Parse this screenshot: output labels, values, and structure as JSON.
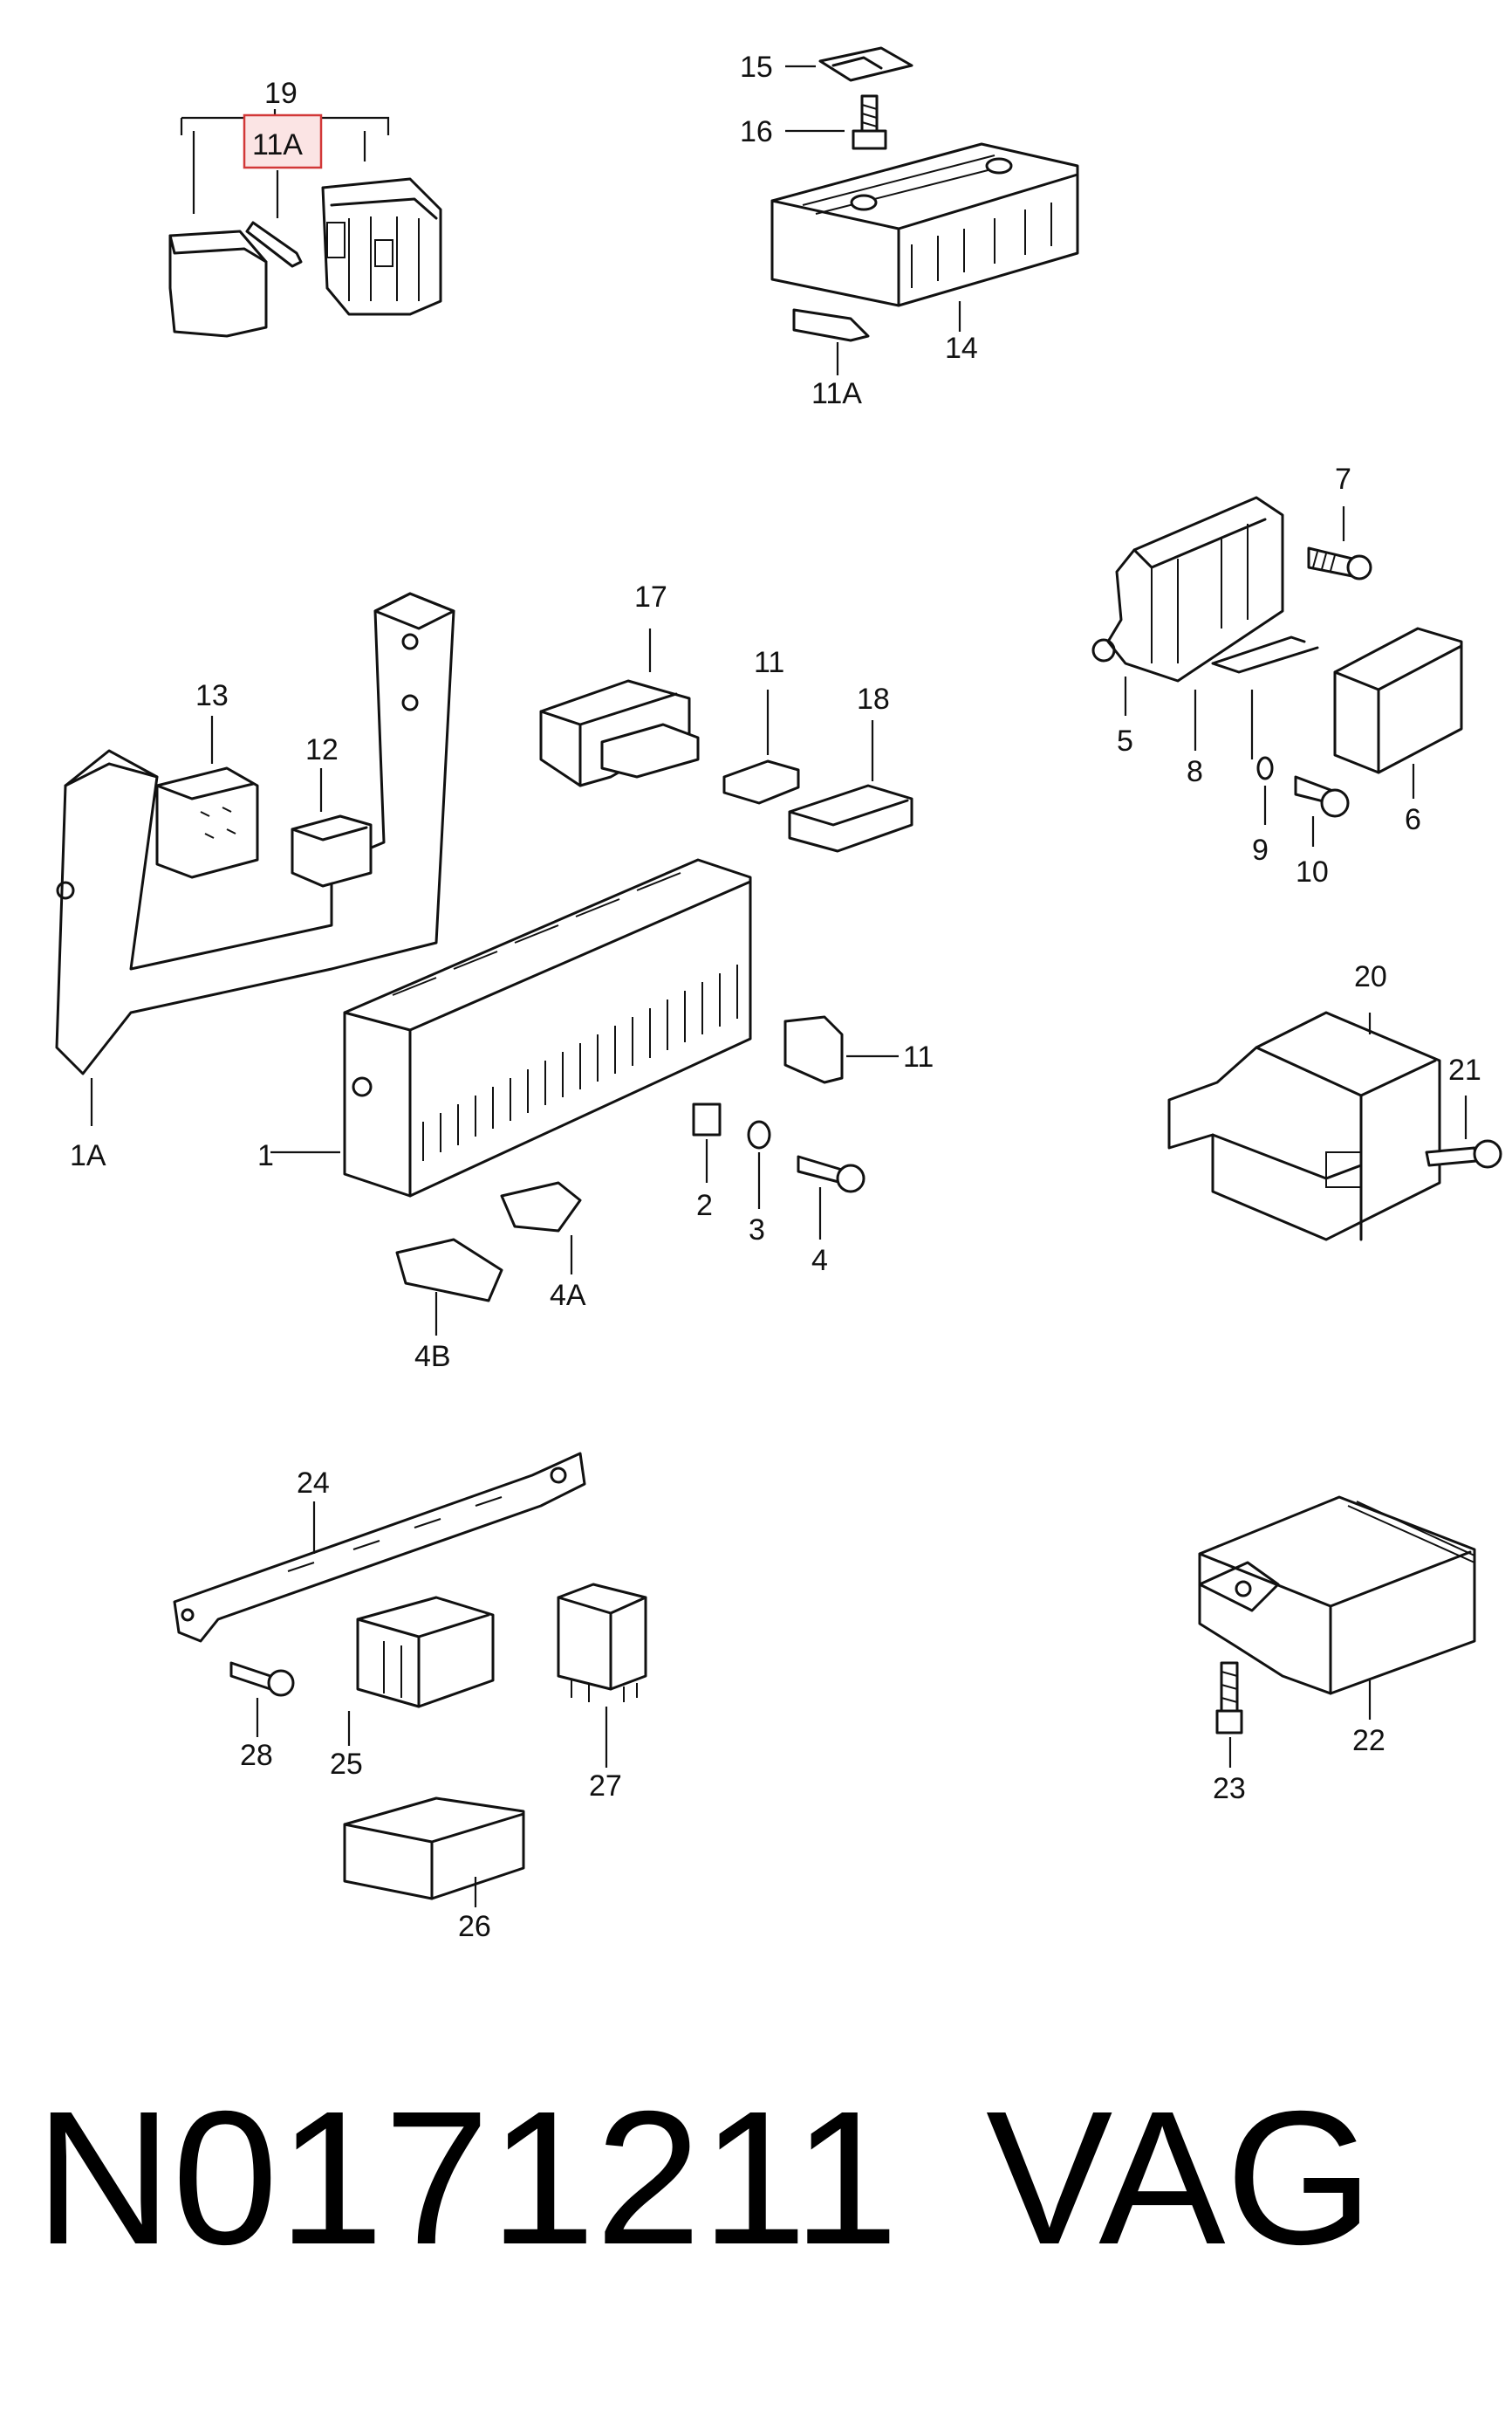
{
  "diagram": {
    "callouts": {
      "c19": "19",
      "c11a_top": "11A",
      "c15": "15",
      "c16": "16",
      "c14": "14",
      "c11a_fuse": "11A",
      "c7": "7",
      "c5": "5",
      "c8": "8",
      "c9": "9",
      "c10": "10",
      "c6": "6",
      "c17": "17",
      "c11_upper": "11",
      "c18": "18",
      "c13": "13",
      "c12": "12",
      "c1a": "1A",
      "c1": "1",
      "c11_lower": "11",
      "c2": "2",
      "c3": "3",
      "c4": "4",
      "c4a": "4A",
      "c4b": "4B",
      "c20": "20",
      "c21": "21",
      "c24": "24",
      "c28": "28",
      "c25": "25",
      "c27": "27",
      "c26": "26",
      "c22": "22",
      "c23": "23"
    },
    "highlight_color": "#d23838",
    "footer": {
      "part_number": "N0171211",
      "brand": "VAG"
    }
  }
}
